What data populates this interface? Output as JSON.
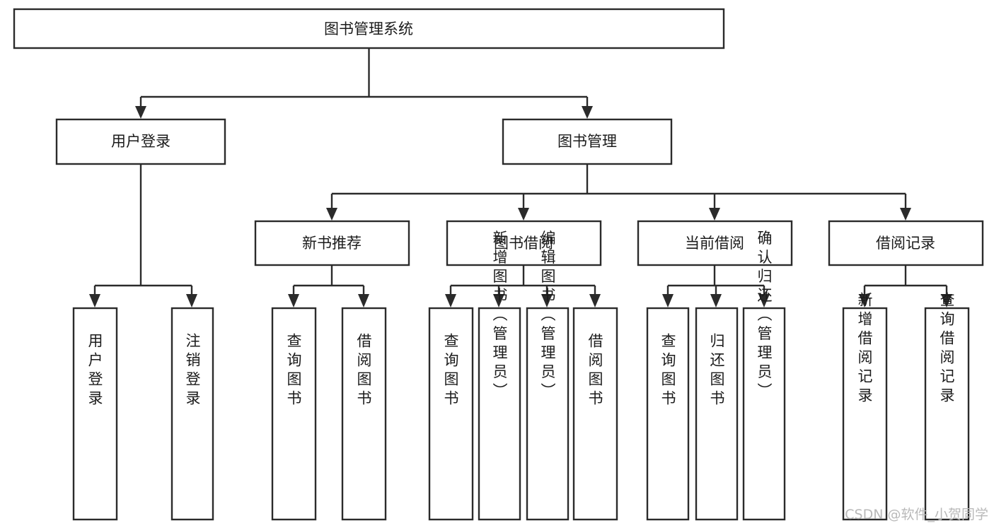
{
  "diagram": {
    "title": "图书管理系统",
    "type": "hierarchy-tree",
    "orientation": "top-down",
    "colors": {
      "box_stroke": "#2b2b2b",
      "box_fill": "#ffffff",
      "connector": "#2b2b2b",
      "text": "#1b1b1b",
      "watermark": "#b9b9b9",
      "background": "#ffffff"
    },
    "root": {
      "label": "图书管理系统"
    },
    "level2": [
      {
        "label": "用户登录"
      },
      {
        "label": "图书管理"
      }
    ],
    "level3": [
      {
        "label": "新书推荐"
      },
      {
        "label": "图书借阅"
      },
      {
        "label": "当前借阅"
      },
      {
        "label": "借阅记录"
      }
    ],
    "leaves": {
      "user_login": [
        {
          "label": "用户登录"
        },
        {
          "label": "注销登录"
        }
      ],
      "new_book_recommend": [
        {
          "label": "查询图书"
        },
        {
          "label": "借阅图书"
        }
      ],
      "book_borrow": [
        {
          "label": "查询图书"
        },
        {
          "label": "新增图书（管理员）"
        },
        {
          "label": "编辑图书（管理员）"
        },
        {
          "label": "借阅图书"
        }
      ],
      "current_borrow": [
        {
          "label": "查询图书"
        },
        {
          "label": "归还图书"
        },
        {
          "label": "确认归还（管理员）"
        }
      ],
      "borrow_record": [
        {
          "label": "新增借阅记录"
        },
        {
          "label": "查询借阅记录"
        }
      ]
    }
  },
  "watermark": {
    "text": "CSDN @软件_小贺同学"
  }
}
